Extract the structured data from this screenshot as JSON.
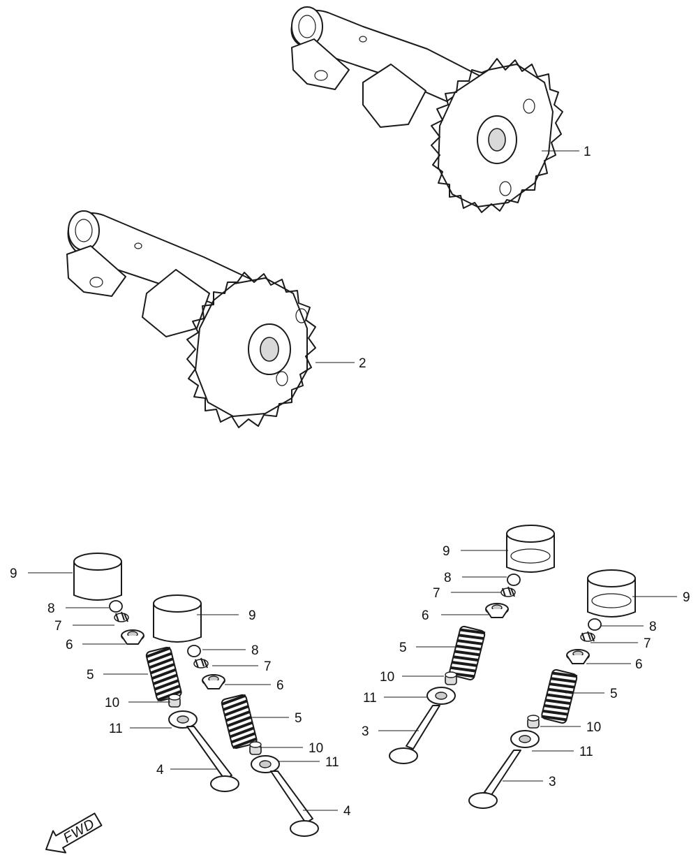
{
  "callouts": {
    "c1": "1",
    "c2": "2",
    "c3a": "3",
    "c3b": "3",
    "c4a": "4",
    "c4b": "4",
    "c5a": "5",
    "c5b": "5",
    "c5c": "5",
    "c5d": "5",
    "c6a": "6",
    "c6b": "6",
    "c6c": "6",
    "c6d": "6",
    "c7a": "7",
    "c7b": "7",
    "c7c": "7",
    "c7d": "7",
    "c8a": "8",
    "c8b": "8",
    "c8c": "8",
    "c8d": "8",
    "c9a": "9",
    "c9b": "9",
    "c9c": "9",
    "c9d": "9",
    "c10a": "10",
    "c10b": "10",
    "c10c": "10",
    "c10d": "10",
    "c11a": "11",
    "c11b": "11",
    "c11c": "11",
    "c11d": "11"
  },
  "direction_arrow": {
    "label": "FWD",
    "icon": "fwd-arrow-icon"
  }
}
